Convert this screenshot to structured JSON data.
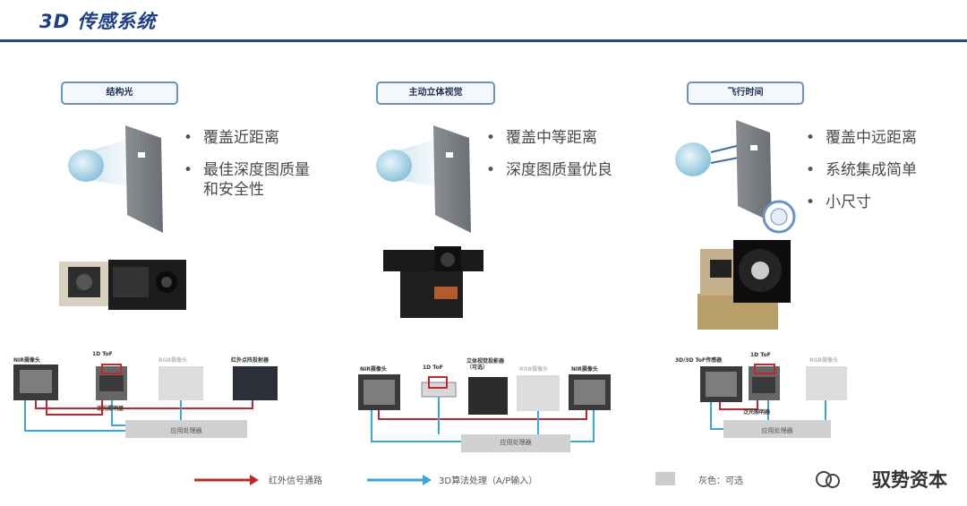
{
  "header": {
    "title": "3D 传感系统"
  },
  "columns": [
    {
      "title": "结构光",
      "bullets": [
        "覆盖近距离",
        "最佳深度图质量和安全性"
      ],
      "diagram": {
        "components": [
          "NIR摄像头",
          "1D ToF",
          "RGB摄像头",
          "红外点阵投射器"
        ],
        "sublabel": "泛光照明器",
        "processor": "应用处理器"
      }
    },
    {
      "title": "主动立体视觉",
      "bullets": [
        "覆盖中等距离",
        "深度图质量优良"
      ],
      "diagram": {
        "components": [
          "NIR摄像头",
          "1D ToF",
          "立体视觉投影器（可选）",
          "RGB摄像头",
          "NIR摄像头"
        ],
        "processor": "应用处理器"
      }
    },
    {
      "title": "飞行时间",
      "bullets": [
        "覆盖中远距离",
        "系统集成简单",
        "小尺寸"
      ],
      "diagram": {
        "components": [
          "3D/3D ToF传感器",
          "1D ToF",
          "RGB摄像头"
        ],
        "sublabel": "泛光照明器",
        "processor": "应用处理器"
      }
    }
  ],
  "legend": {
    "items": [
      {
        "label": "红外信号通路",
        "color": "#c0282d"
      },
      {
        "label": "3D算法处理（A/P输入）",
        "color": "#3aa7d8"
      },
      {
        "label": "灰色：可选",
        "color": "#cccccc"
      }
    ]
  },
  "watermark": {
    "text": "驭势资本"
  }
}
